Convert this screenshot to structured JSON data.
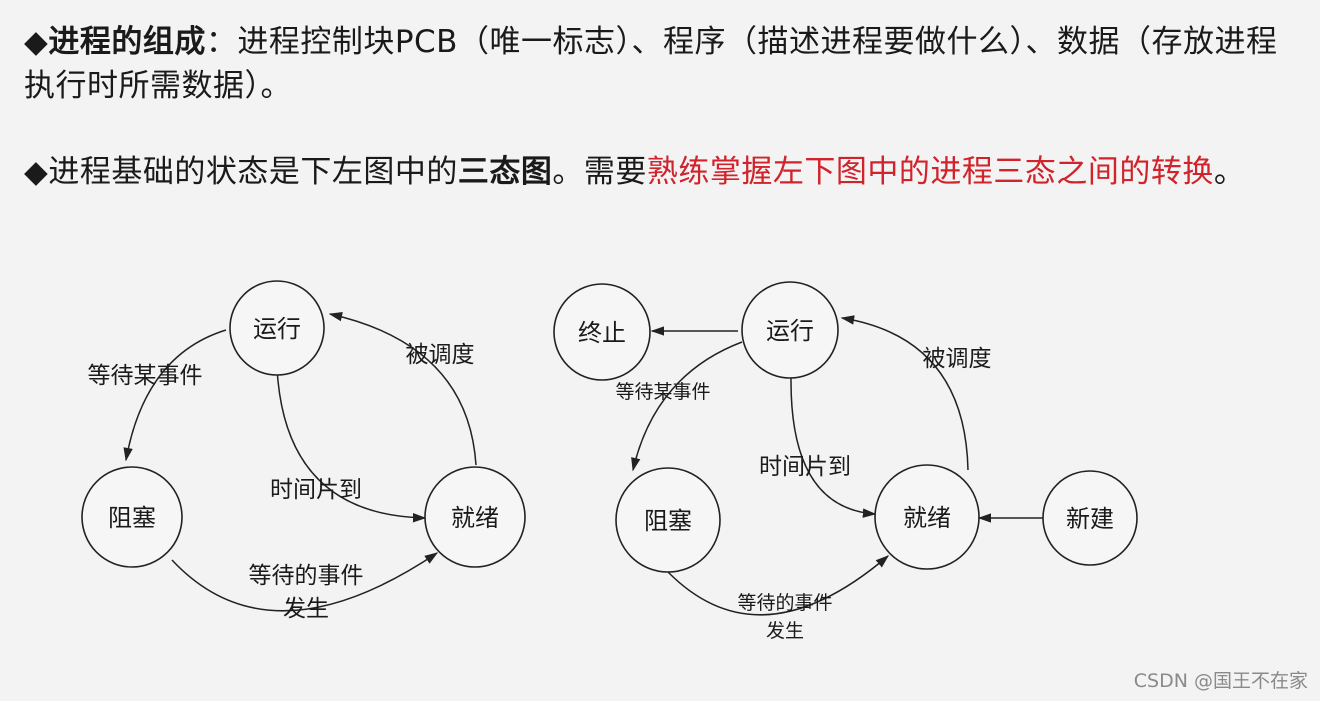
{
  "text": {
    "p1": {
      "bullet": "◆",
      "bold": "进程的组成",
      "rest": "：进程控制块PCB（唯一标志）、程序（描述进程要做什么）、数据（存放进程执行时所需数据）。"
    },
    "p2": {
      "bullet": "◆",
      "part1": "进程基础的状态是下左图中的",
      "bold": "三态图",
      "part2": "。需要",
      "red": "熟练掌握左下图中的进程三态之间的转换",
      "end": "。"
    }
  },
  "diagram_left": {
    "nodes": {
      "running": "运行",
      "blocked": "阻塞",
      "ready": "就绪"
    },
    "edges": {
      "wait_event": "等待某事件",
      "scheduled": "被调度",
      "time_slice": "时间片到",
      "event_occurs_1": "等待的事件",
      "event_occurs_2": "发生"
    }
  },
  "diagram_right": {
    "nodes": {
      "terminated": "终止",
      "running": "运行",
      "blocked": "阻塞",
      "ready": "就绪",
      "new": "新建"
    },
    "edges": {
      "wait_event": "等待某事件",
      "scheduled": "被调度",
      "time_slice": "时间片到",
      "event_occurs_1": "等待的事件",
      "event_occurs_2": "发生"
    }
  },
  "watermark": "CSDN @国王不在家",
  "colors": {
    "highlight": "#d0232b",
    "background": "#f3f3f3"
  }
}
